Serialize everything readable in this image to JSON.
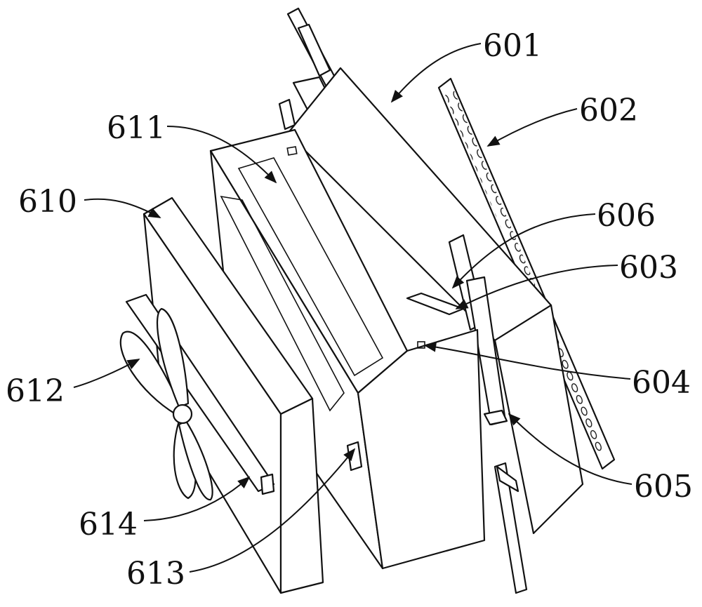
{
  "figure": {
    "labels": {
      "l601": "601",
      "l602": "602",
      "l603": "603",
      "l604": "604",
      "l605": "605",
      "l606": "606",
      "l610": "610",
      "l611": "611",
      "l612": "612",
      "l613": "613",
      "l614": "614"
    },
    "colors": {
      "line": "#111111",
      "background": "#ffffff"
    }
  }
}
